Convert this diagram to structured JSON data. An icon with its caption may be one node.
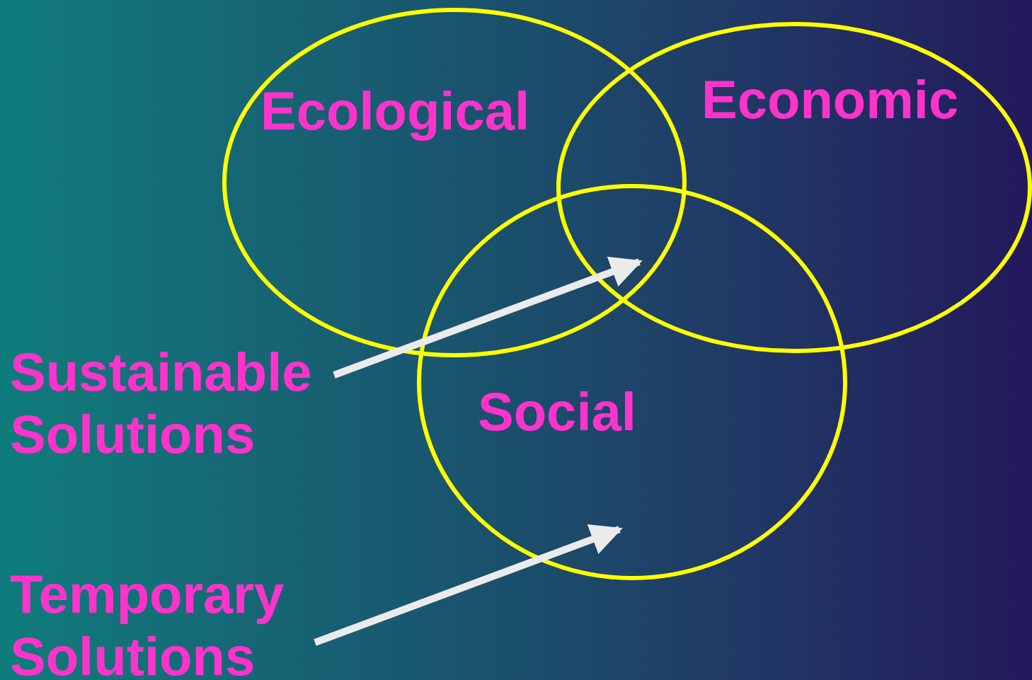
{
  "diagram": {
    "nodes": [
      {
        "text": [
          "Ecological"
        ]
      },
      {
        "text": [
          "Economic"
        ]
      },
      {
        "text": [
          "Social"
        ]
      },
      {
        "text": [
          "Sustainable Solutions"
        ]
      },
      {
        "text": [
          "Temporary Solutions"
        ]
      }
    ],
    "edges": [
      {
        "from": 3,
        "to": 1,
        "arrow": "to"
      },
      {
        "from": 4,
        "to": 2,
        "arrow": "to"
      }
    ]
  }
}
